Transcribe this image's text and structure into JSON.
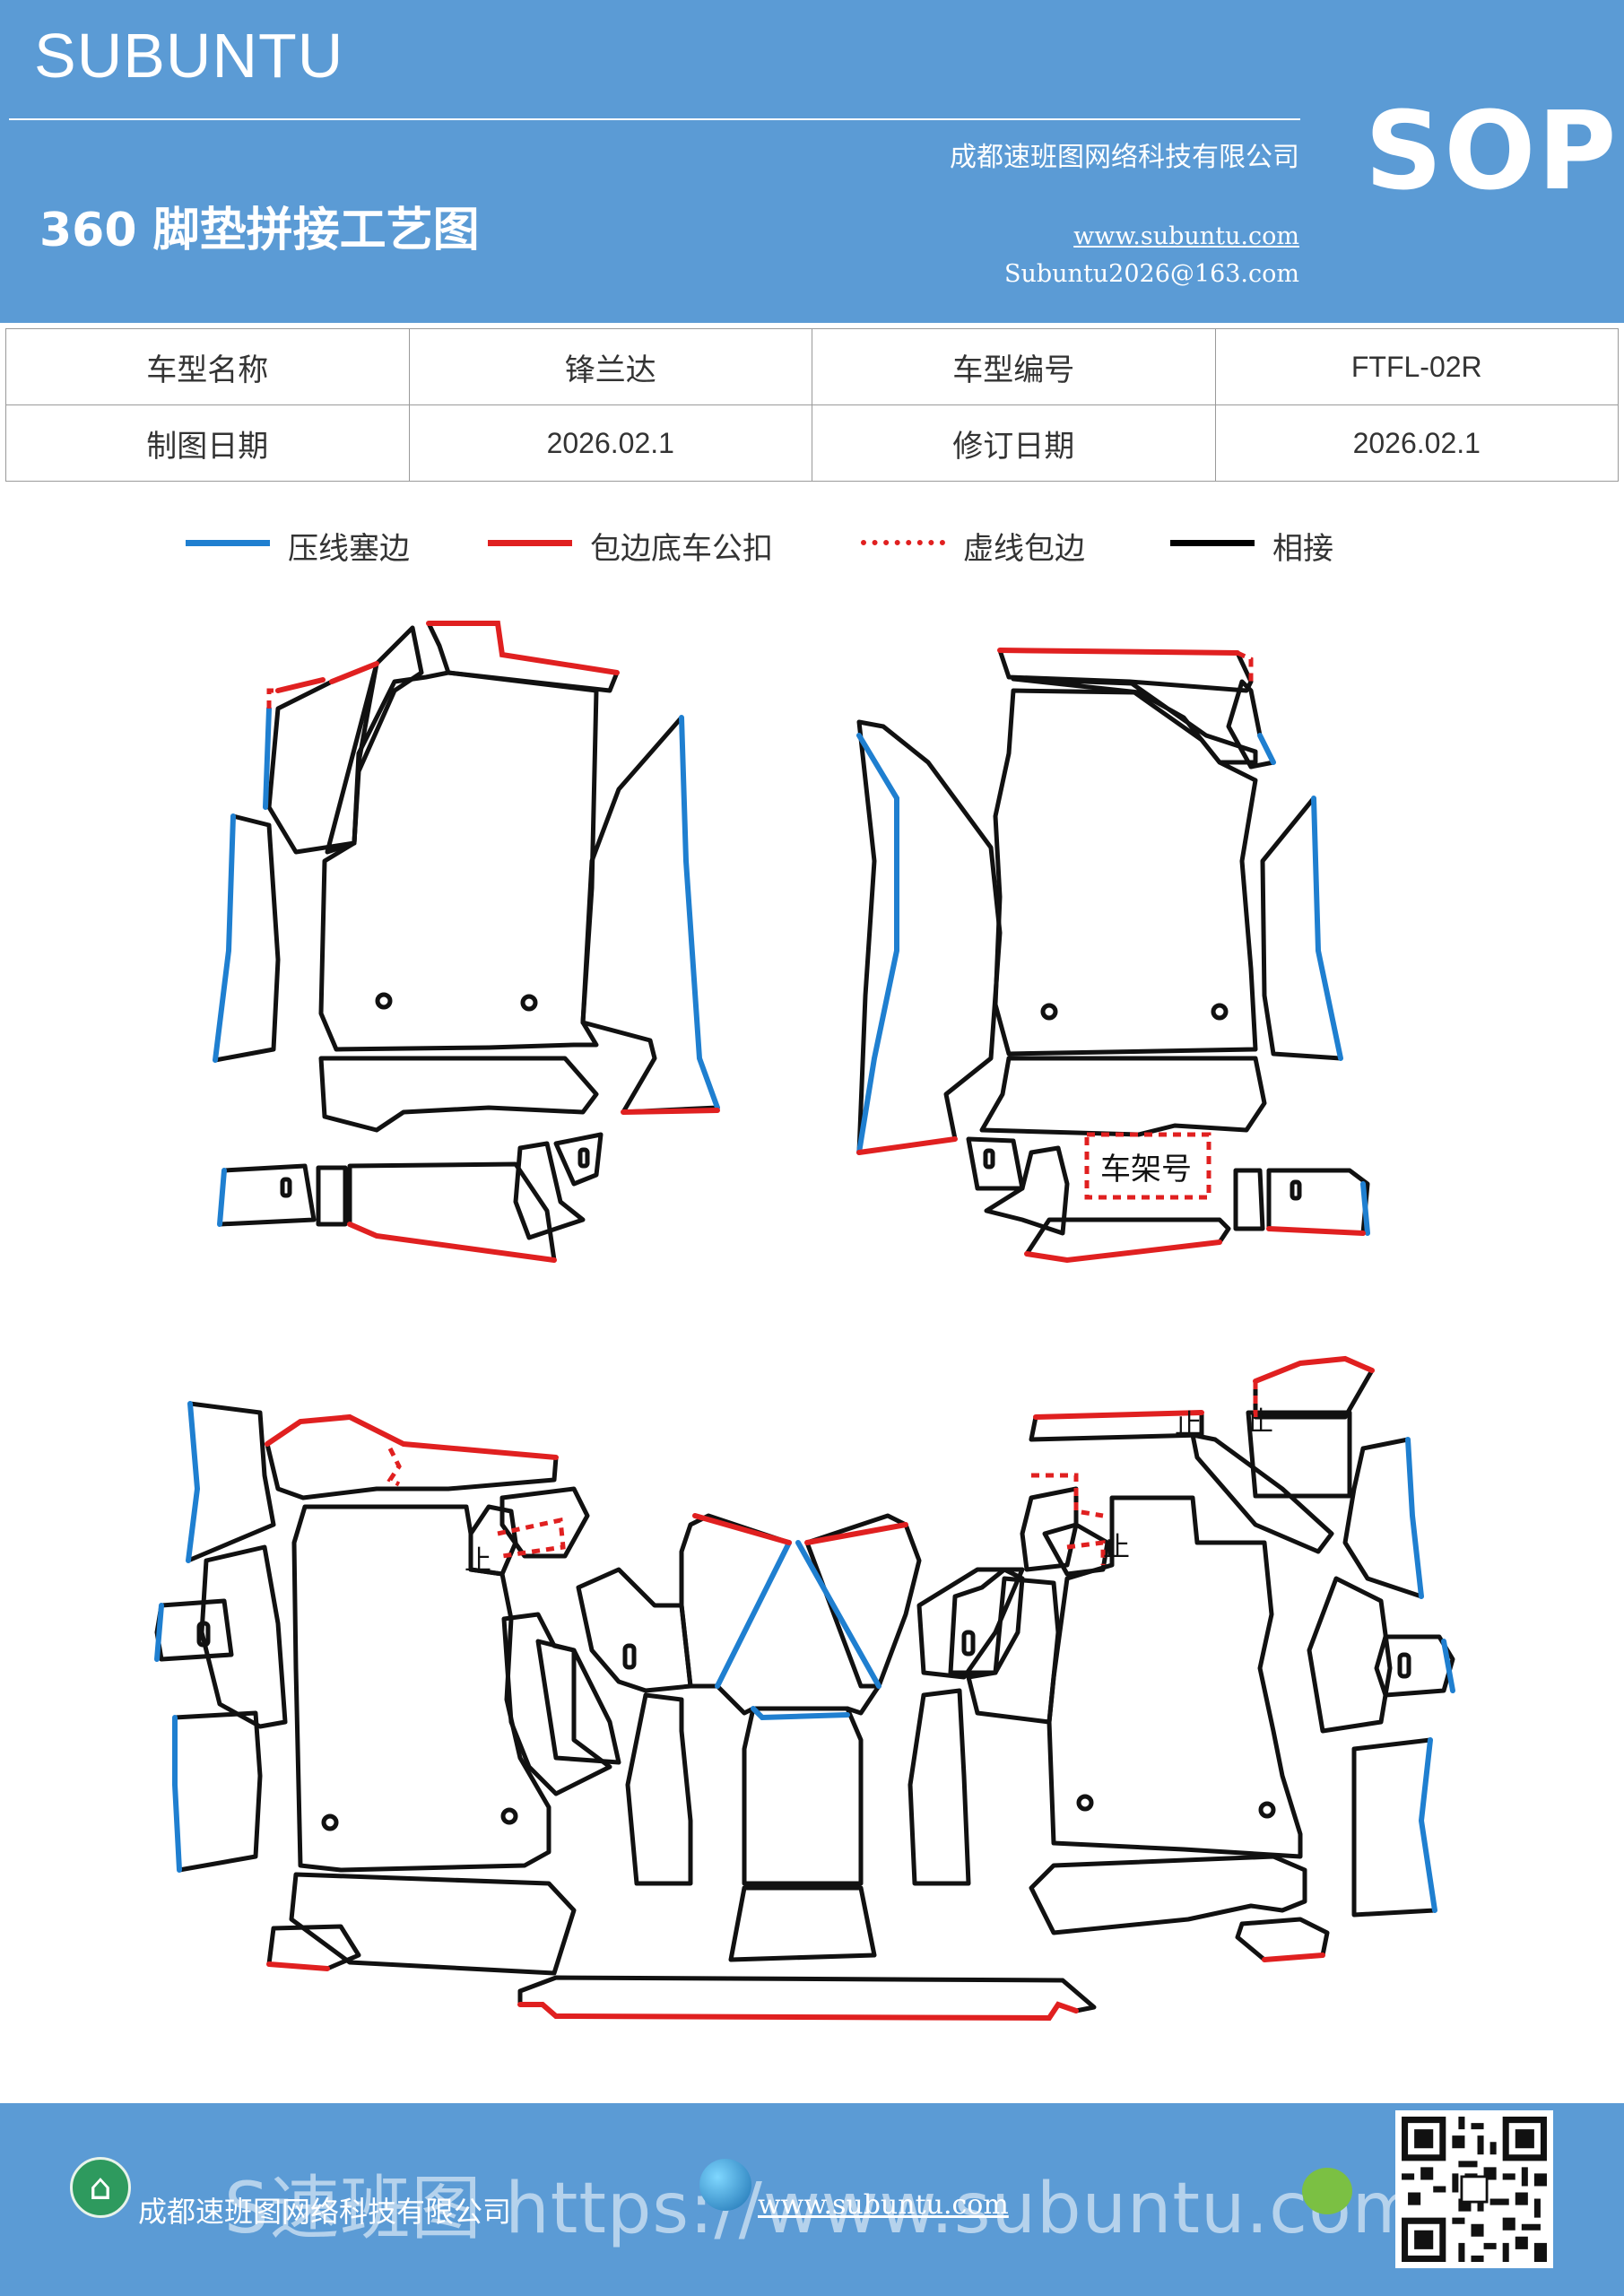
{
  "header": {
    "brand": "SUBUNTU",
    "title": "360 脚垫拼接工艺图",
    "company": "成都速班图网络科技有限公司",
    "website": "www.subuntu.com",
    "email": "Subuntu2026@163.com",
    "badge": "SOP"
  },
  "info_table": {
    "rows": [
      [
        "车型名称",
        "锋兰达",
        "车型编号",
        "FTFL-02R"
      ],
      [
        "制图日期",
        "2026.02.1",
        "修订日期",
        "2026.02.1"
      ]
    ]
  },
  "legend": [
    {
      "label": "压线塞边",
      "color": "#1f7fd0",
      "style": "solid"
    },
    {
      "label": "包边底车公扣",
      "color": "#e02020",
      "style": "solid"
    },
    {
      "label": "虚线包边",
      "color": "#e02020",
      "style": "dashed"
    },
    {
      "label": "相接",
      "color": "#000000",
      "style": "solid"
    }
  ],
  "drawing": {
    "frame_label": "车架号",
    "tab_mark": "止"
  },
  "colors": {
    "header_bg": "#5b9bd5",
    "blue_edge": "#1f7fd0",
    "red_edge": "#e02020",
    "outline": "#111111"
  },
  "footer": {
    "company": "成都速班图网络科技有限公司",
    "website": "www.subuntu.com",
    "watermark": "S速班图 https://www.subuntu.com",
    "icons": [
      "building-icon",
      "globe-icon",
      "wechat-icon",
      "qr-code"
    ]
  }
}
